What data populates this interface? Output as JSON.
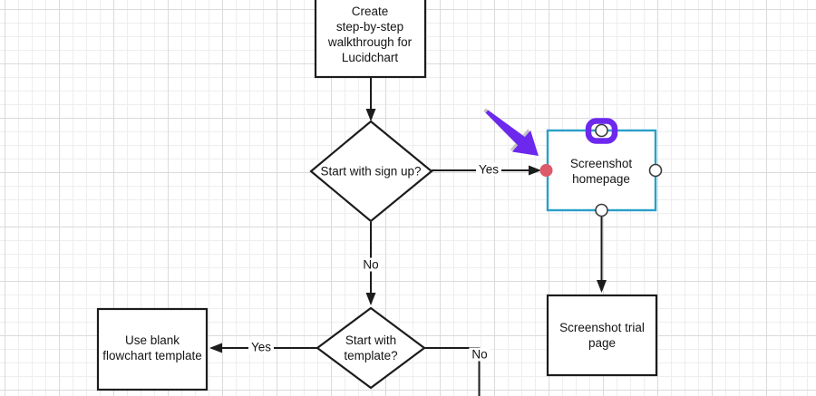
{
  "canvas": {
    "background": "#ffffff",
    "grid_minor_color": "#eeeeee",
    "grid_major_color": "#dbdbdb"
  },
  "colors": {
    "stroke": "#1c1c1c",
    "selection": "#2b9fc9",
    "connection_point": "#dd5a6a",
    "annotation": "#6d28ee"
  },
  "nodes": {
    "create_walkthrough": {
      "type": "process",
      "label": "Create\nstep-by-step\nwalkthrough for\nLucidchart"
    },
    "start_with_signup": {
      "type": "decision",
      "label": "Start with sign up?"
    },
    "screenshot_homepage": {
      "type": "process",
      "label": "Screenshot\nhomepage",
      "selected": true
    },
    "start_with_template": {
      "type": "decision",
      "label": "Start with\ntemplate?"
    },
    "use_blank_template": {
      "type": "process",
      "label": "Use blank\nflowchart template"
    },
    "screenshot_trial": {
      "type": "process",
      "label": "Screenshot trial\npage"
    }
  },
  "edges": {
    "signup_yes": {
      "from": "start_with_signup",
      "to": "screenshot_homepage",
      "label": "Yes"
    },
    "signup_no": {
      "from": "start_with_signup",
      "to": "start_with_template",
      "label": "No"
    },
    "template_yes": {
      "from": "start_with_template",
      "to": "use_blank_template",
      "label": "Yes"
    },
    "template_no": {
      "from": "start_with_template",
      "to": "offscreen",
      "label": "No"
    },
    "homepage_to_trial": {
      "from": "screenshot_homepage",
      "to": "screenshot_trial",
      "label": ""
    },
    "create_to_signup": {
      "from": "create_walkthrough",
      "to": "start_with_signup",
      "label": ""
    }
  }
}
